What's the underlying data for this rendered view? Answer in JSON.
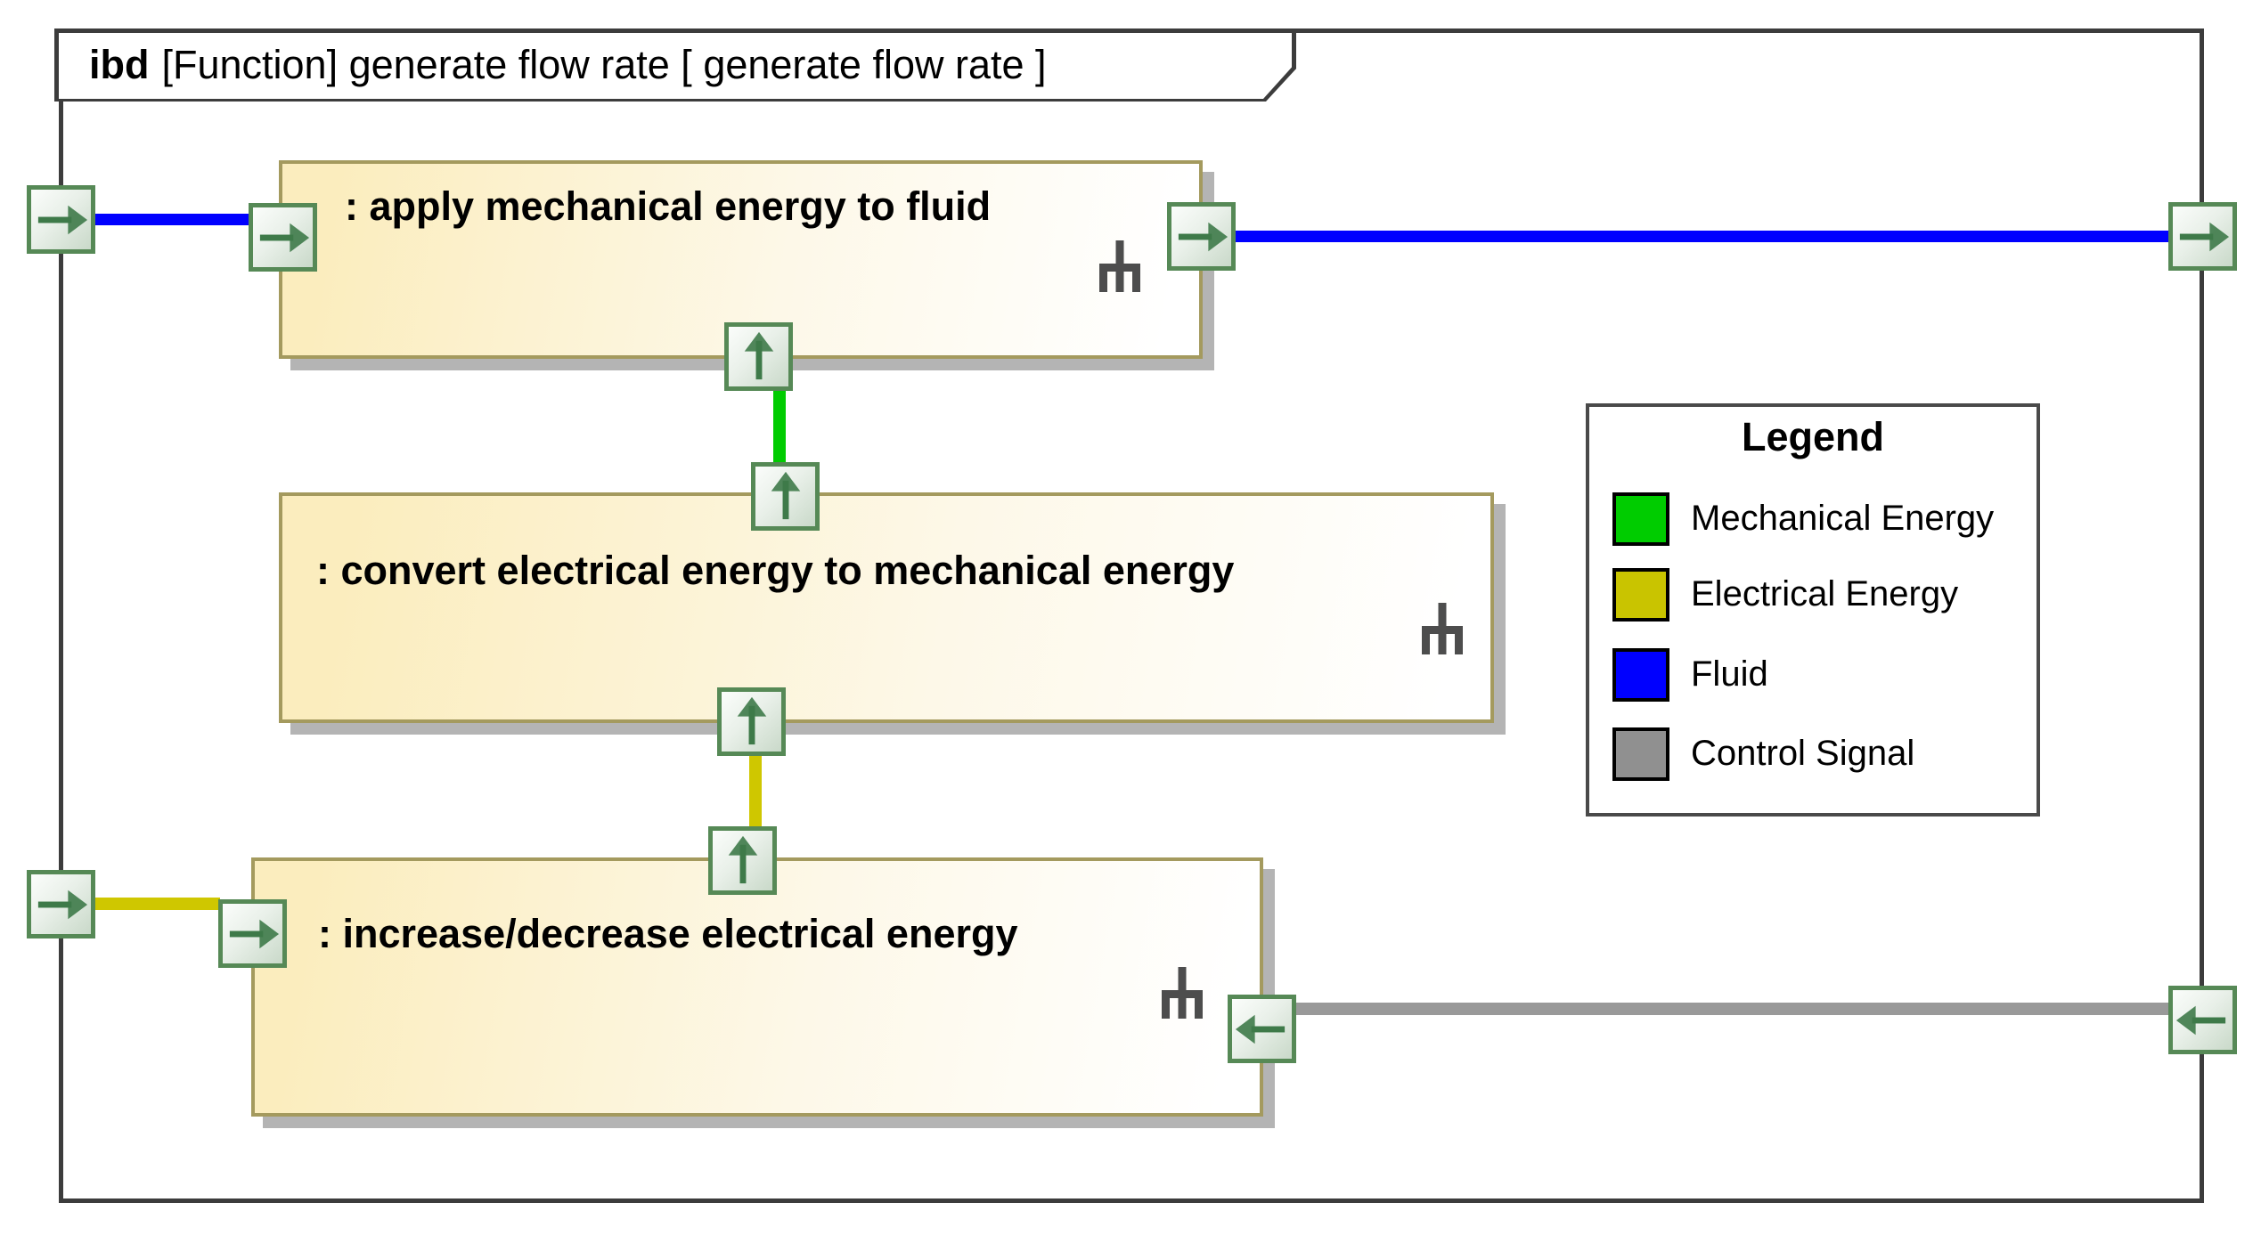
{
  "tab": {
    "keyword": "ibd",
    "rest": "[Function] generate flow rate [ generate flow rate ]"
  },
  "blocks": [
    {
      "label": ": apply mechanical energy to fluid"
    },
    {
      "label": ": convert electrical energy to mechanical energy"
    },
    {
      "label": ": increase/decrease electrical energy"
    }
  ],
  "legend": {
    "title": "Legend",
    "items": [
      {
        "label": "Mechanical Energy",
        "color": "#00cc00"
      },
      {
        "label": "Electrical Energy",
        "color": "#c9c400"
      },
      {
        "label": "Fluid",
        "color": "#0000ff"
      },
      {
        "label": "Control Signal",
        "color": "#909090"
      }
    ]
  },
  "connectors": {
    "fluid_color": "#0000ff",
    "mechanical_color": "#00cc00",
    "electrical_color": "#cfc700",
    "control_color": "#999999"
  },
  "icons": {
    "port_in": "arrow-right-icon",
    "port_out": "arrow-left-icon",
    "port_up": "arrow-up-icon",
    "decomposition": "rake-icon"
  }
}
